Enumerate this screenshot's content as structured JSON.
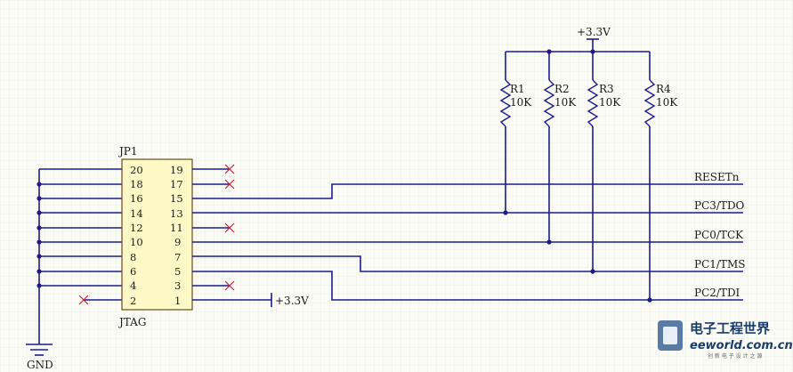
{
  "component": {
    "designator": "JP1",
    "name": "JTAG",
    "pins_left": [
      "20",
      "18",
      "16",
      "14",
      "12",
      "10",
      "8",
      "6",
      "4",
      "2"
    ],
    "pins_right": [
      "19",
      "17",
      "15",
      "13",
      "11",
      "9",
      "7",
      "5",
      "3",
      "1"
    ]
  },
  "resistors": [
    {
      "ref": "R1",
      "value": "10K"
    },
    {
      "ref": "R2",
      "value": "10K"
    },
    {
      "ref": "R3",
      "value": "10K"
    },
    {
      "ref": "R4",
      "value": "10K"
    }
  ],
  "power": {
    "top_label": "+3.3V",
    "pin1_label": "+3.3V"
  },
  "ground": {
    "label": "GND"
  },
  "nets": [
    "RESETn",
    "PC3/TDO",
    "PC0/TCK",
    "PC1/TMS",
    "PC2/TDI"
  ],
  "watermark": {
    "title": "电子工程世界",
    "site": "eeworld.com.cn",
    "sub": "创 新 电 子 设 计 之 源"
  },
  "colors": {
    "wire": "#1c1c8c",
    "no_connect": "#c8263a",
    "component_fill": "#fcf9c6"
  }
}
